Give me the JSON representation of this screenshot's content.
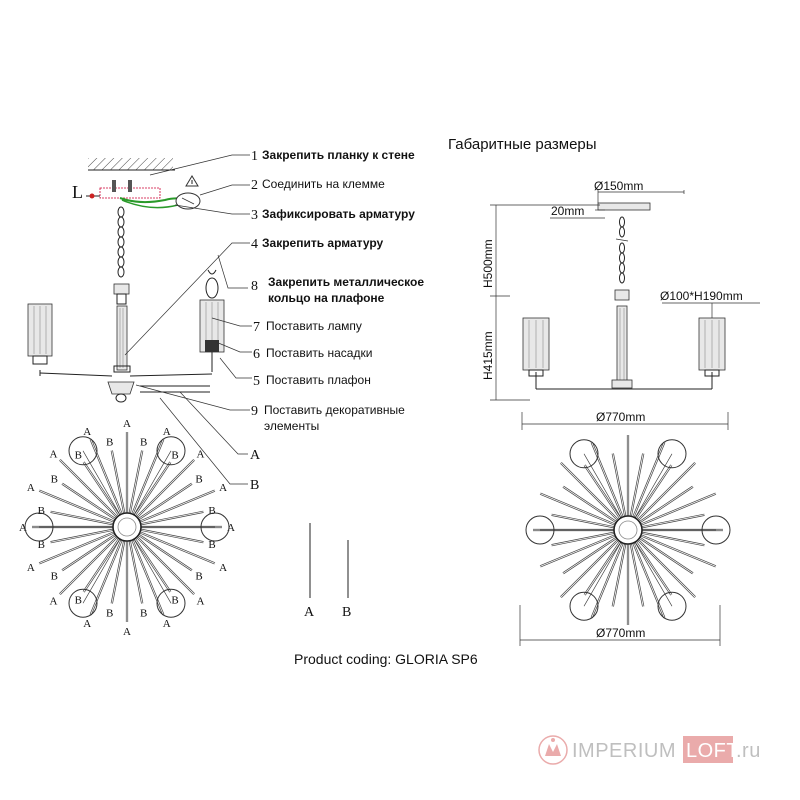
{
  "title": "Габаритные размеры",
  "product_coding": "Product coding: GLORIA SP6",
  "steps": [
    {
      "num": "1",
      "text": "Закрепить планку к стене"
    },
    {
      "num": "2",
      "text": "Соединить на клемме"
    },
    {
      "num": "3",
      "text": "Зафиксировать арматуру"
    },
    {
      "num": "4",
      "text": "Закрепить арматуру"
    },
    {
      "num": "8",
      "line1": "Закрепить металлическое",
      "line2": "кольцо на плафоне"
    },
    {
      "num": "7",
      "text": "Поставить лампу"
    },
    {
      "num": "6",
      "text": "Поставить насадки"
    },
    {
      "num": "5",
      "text": "Поставить плафон"
    },
    {
      "num": "9",
      "line1": "Поставить декоративные",
      "line2": "элементы"
    }
  ],
  "part_labels": {
    "a": "A",
    "b": "B"
  },
  "wire_label": "L",
  "dimensions": {
    "canopy_diameter": "Ø150mm",
    "canopy_depth": "20mm",
    "chain_height": "H500mm",
    "body_height": "H415mm",
    "shade_size": "Ø100*H190mm",
    "total_diameter": "Ø770mm",
    "top_diameter": "Ø770mm"
  },
  "watermark": {
    "part1": "IMPERIUM",
    "part2": "LOFT",
    "part3": ".ru",
    "accent_color": "#e8a3a3"
  }
}
